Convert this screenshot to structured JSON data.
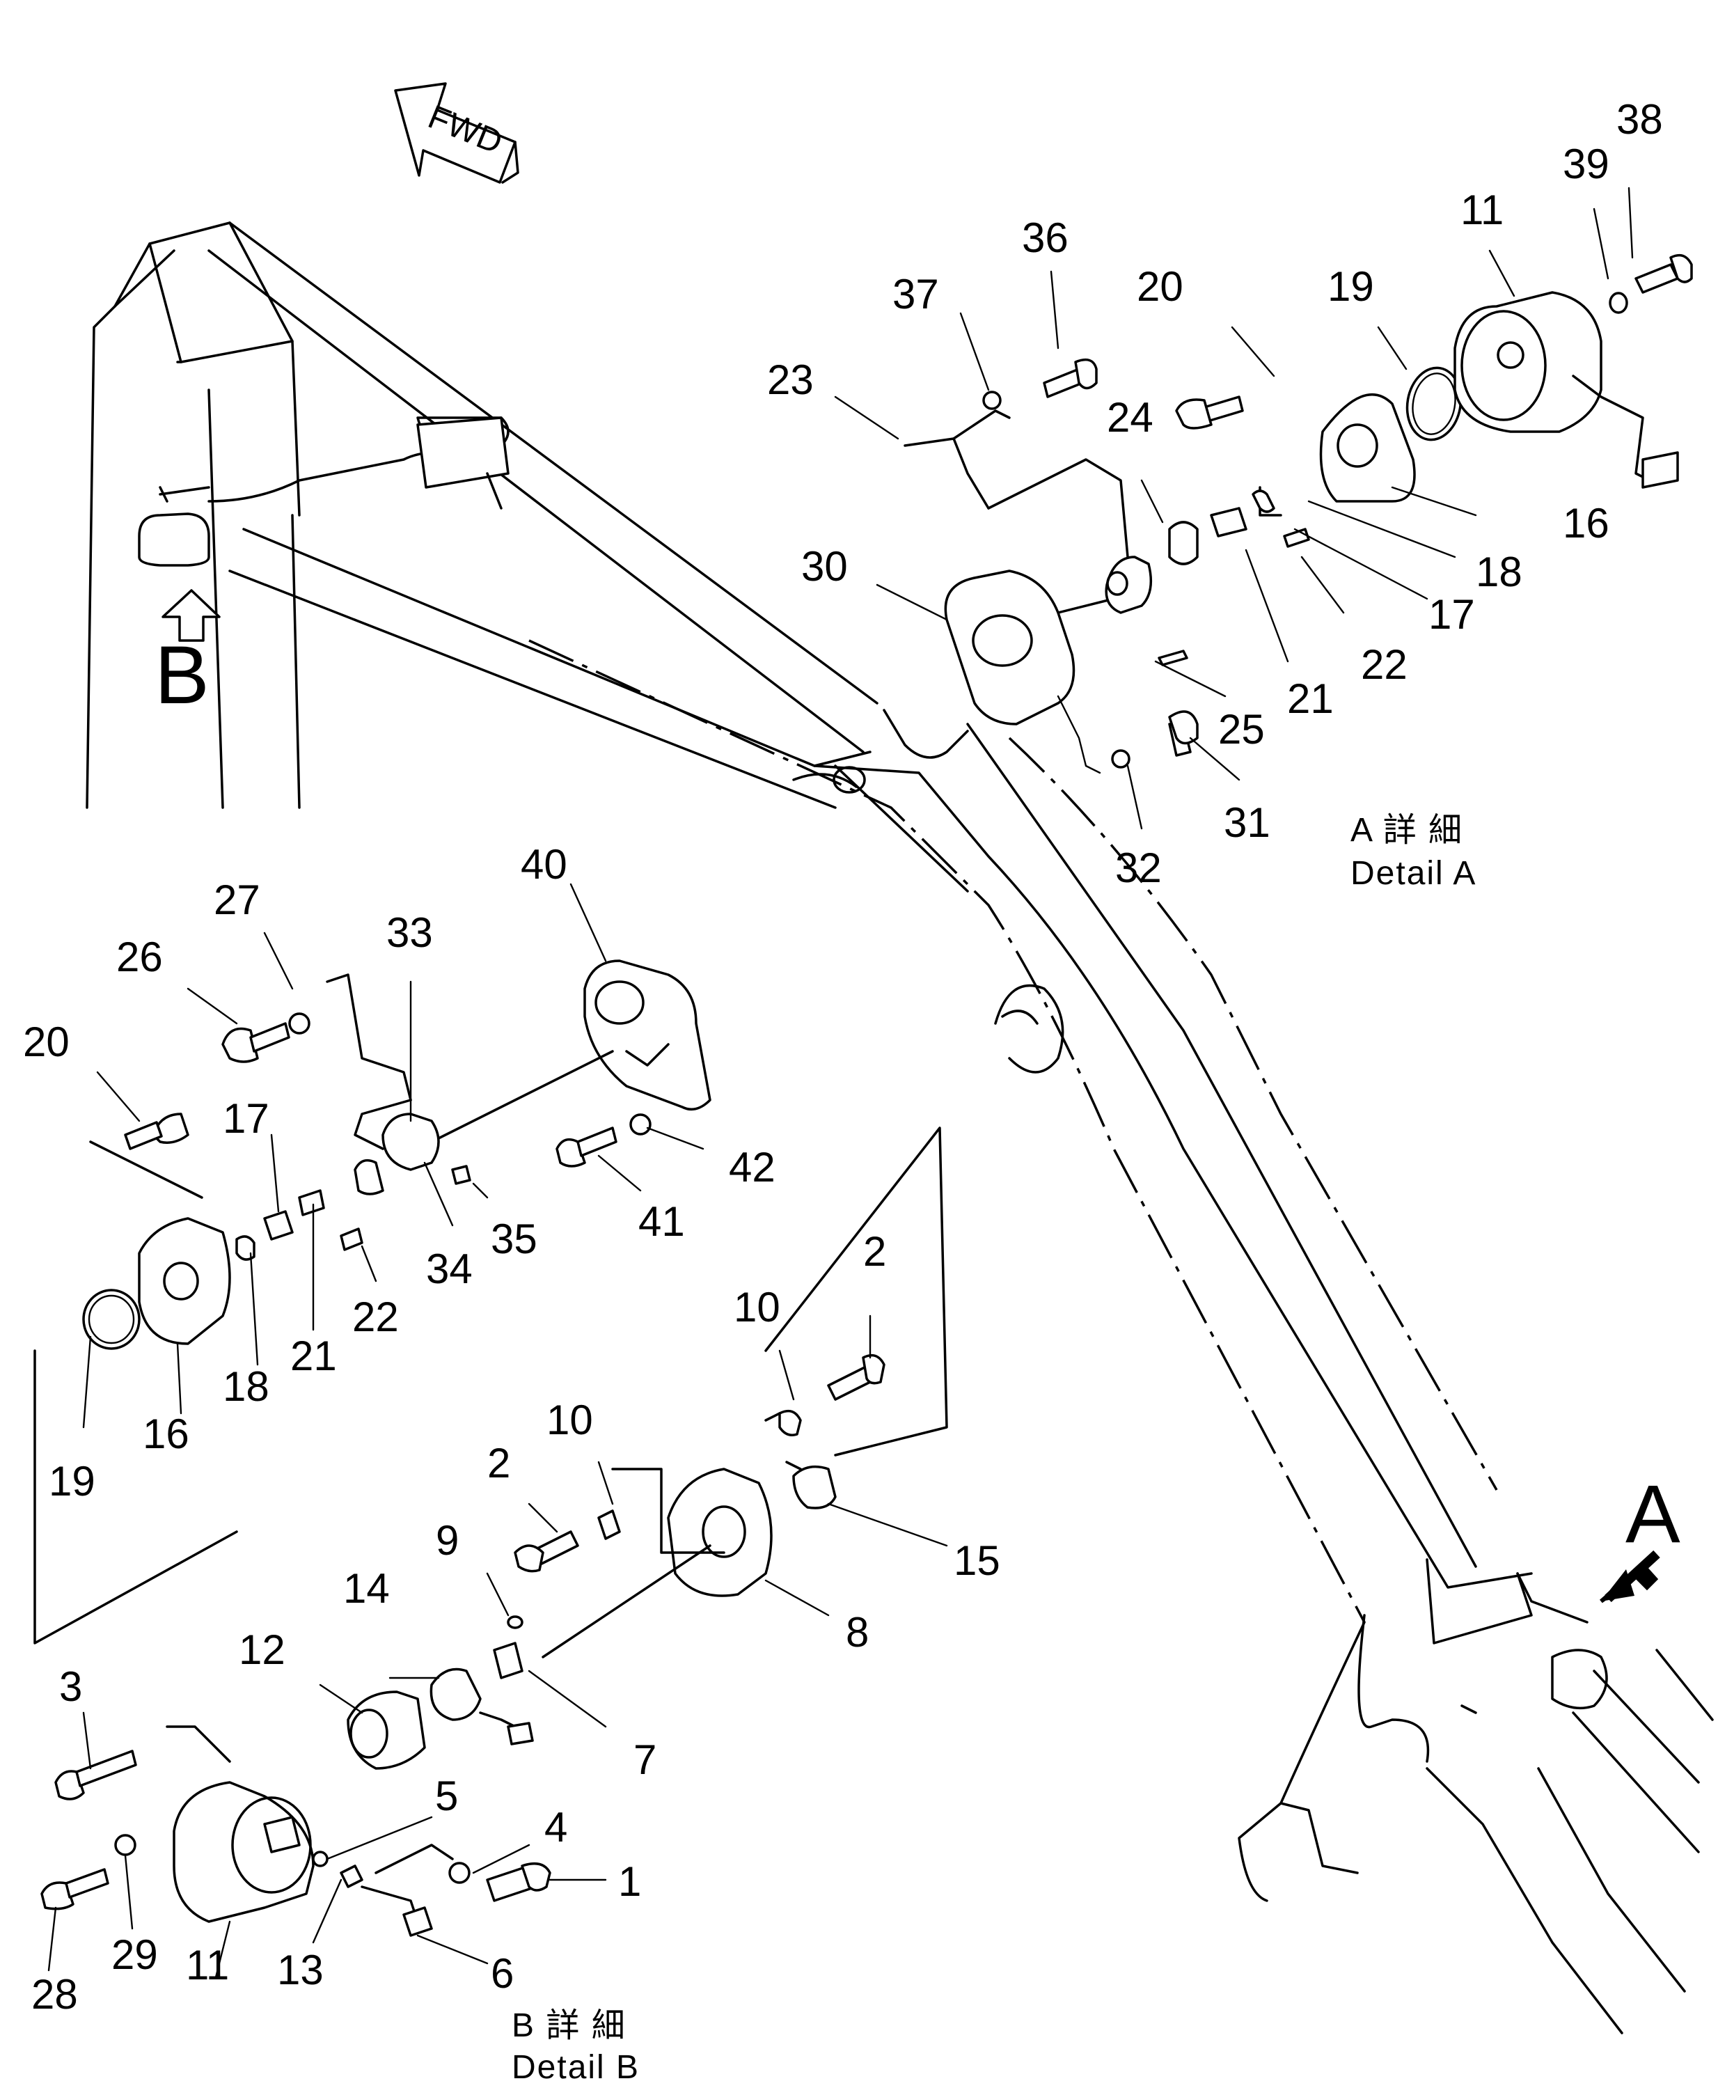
{
  "direction_marker": {
    "text": "FWD"
  },
  "view_markers": {
    "a": "A",
    "b": "B"
  },
  "captions": {
    "detail_a": {
      "jp": "A 詳 細",
      "en": "Detail A"
    },
    "detail_b": {
      "jp": "B 詳 細",
      "en": "Detail B"
    }
  },
  "callouts_a": [
    {
      "n": "38"
    },
    {
      "n": "39"
    },
    {
      "n": "11"
    },
    {
      "n": "36"
    },
    {
      "n": "37"
    },
    {
      "n": "20"
    },
    {
      "n": "19"
    },
    {
      "n": "23"
    },
    {
      "n": "24"
    },
    {
      "n": "16"
    },
    {
      "n": "18"
    },
    {
      "n": "30"
    },
    {
      "n": "17"
    },
    {
      "n": "22"
    },
    {
      "n": "21"
    },
    {
      "n": "25"
    },
    {
      "n": "31"
    },
    {
      "n": "32"
    }
  ],
  "callouts_b": [
    {
      "n": "40"
    },
    {
      "n": "27"
    },
    {
      "n": "33"
    },
    {
      "n": "26"
    },
    {
      "n": "20"
    },
    {
      "n": "17"
    },
    {
      "n": "42"
    },
    {
      "n": "41"
    },
    {
      "n": "35"
    },
    {
      "n": "34"
    },
    {
      "n": "22"
    },
    {
      "n": "21"
    },
    {
      "n": "18"
    },
    {
      "n": "16"
    },
    {
      "n": "19"
    },
    {
      "n": "2"
    },
    {
      "n": "10"
    },
    {
      "n": "10"
    },
    {
      "n": "2"
    },
    {
      "n": "9"
    },
    {
      "n": "15"
    },
    {
      "n": "14"
    },
    {
      "n": "12"
    },
    {
      "n": "8"
    },
    {
      "n": "3"
    },
    {
      "n": "7"
    },
    {
      "n": "5"
    },
    {
      "n": "4"
    },
    {
      "n": "1"
    },
    {
      "n": "28"
    },
    {
      "n": "29"
    },
    {
      "n": "11"
    },
    {
      "n": "13"
    },
    {
      "n": "6"
    }
  ]
}
